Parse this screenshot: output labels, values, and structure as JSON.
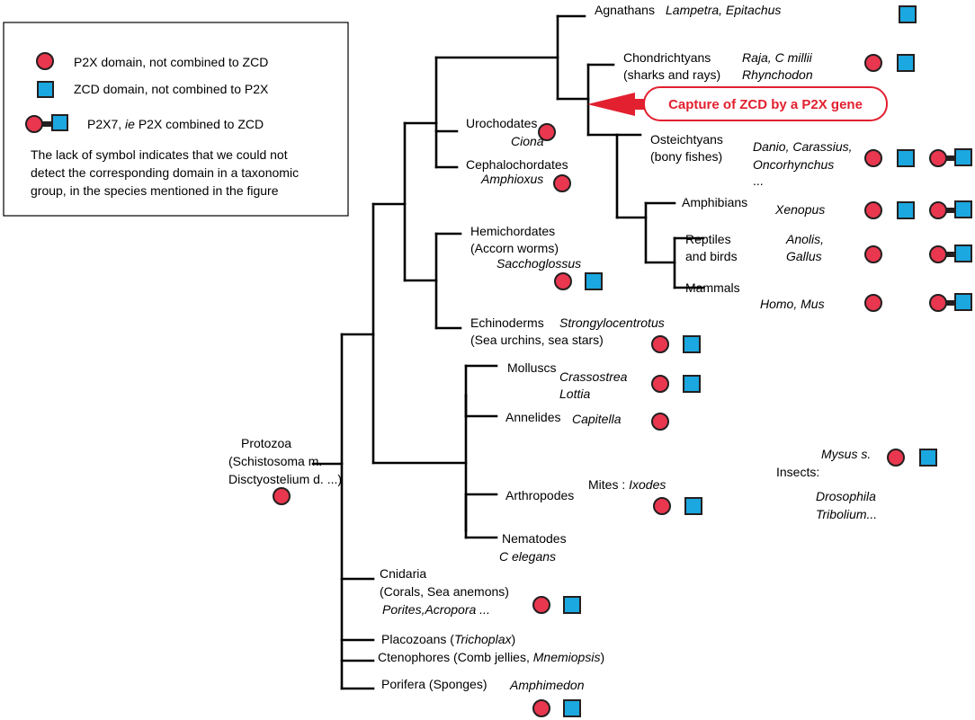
{
  "legend": {
    "circle_label": "P2X domain, not combined to ZCD",
    "square_label": "ZCD domain, not combined to P2X",
    "combined_label_a": "P2X7, ",
    "combined_label_ie": "ie",
    "combined_label_b": " P2X combined to ZCD",
    "note_line1": "The lack of symbol indicates that we could not",
    "note_line2": "detect the corresponding domain in a taxonomic",
    "note_line3": "group, in the species mentioned in the figure"
  },
  "callout": "Capture of ZCD by a P2X gene",
  "taxa": {
    "agnathans": "Agnathans",
    "agnathans_sp": "Lampetra, Epitachus",
    "chondrichtyans_1": "Chondrichtyans",
    "chondrichtyans_2": "(sharks and rays)",
    "chondrichtyans_sp1": "Raja, C millii",
    "chondrichtyans_sp2": "Rhynchodon",
    "osteichtyans_1": "Osteichtyans",
    "osteichtyans_2": "(bony fishes)",
    "osteichtyans_sp1": "Danio, Carassius,",
    "osteichtyans_sp2": "Oncorhynchus",
    "osteichtyans_sp3": "...",
    "amphibians": "Amphibians",
    "amphibians_sp": "Xenopus",
    "reptiles_1": "Reptiles",
    "reptiles_2": "and birds",
    "reptiles_sp1": "Anolis,",
    "reptiles_sp2": "Gallus",
    "mammals": "Mammals",
    "mammals_sp": "Homo, Mus",
    "urochodates": "Urochodates",
    "urochodates_sp": "Ciona",
    "cephalochordates": "Cephalochordates",
    "cephalochordates_sp": "Amphioxus",
    "hemichordates_1": "Hemichordates",
    "hemichordates_2": "(Accorn worms)",
    "hemichordates_sp": "Sacchoglossus",
    "echinoderms_1": "Echinoderms",
    "echinoderms_sp": "Strongylocentrotus",
    "echinoderms_2": "(Sea urchins, sea stars)",
    "molluscs": "Molluscs",
    "molluscs_sp1": "Crassostrea",
    "molluscs_sp2": "Lottia",
    "annelides": "Annelides",
    "annelides_sp": "Capitella",
    "arthropodes": "Arthropodes",
    "mites": "Mites : ",
    "mites_sp": "Ixodes",
    "insects": "Insects:",
    "insects_sp1": "Mysus s.",
    "insects_sp2": "Drosophila",
    "insects_sp3": "Tribolium...",
    "nematodes": "Nematodes",
    "nematodes_sp": "C elegans",
    "protozoa_1": "Protozoa",
    "protozoa_2": "(Schistosoma m.",
    "protozoa_3": "Disctyostelium d. ...)",
    "cnidaria_1": "Cnidaria",
    "cnidaria_2": "(Corals, Sea anemons)",
    "cnidaria_sp": "Porites,Acropora ...",
    "placozoans_a": "Placozoans (",
    "placozoans_sp": "Trichoplax",
    "placozoans_b": ")",
    "ctenophores_a": "Ctenophores (Comb jellies, ",
    "ctenophores_sp": "Mnemiopsis",
    "ctenophores_b": ")",
    "porifera": "Porifera (Sponges)",
    "porifera_sp": "Amphimedon"
  },
  "colors": {
    "p2x_circle": "#e8374e",
    "zcd_square": "#1ba7df",
    "callout_red": "#e2202f"
  }
}
